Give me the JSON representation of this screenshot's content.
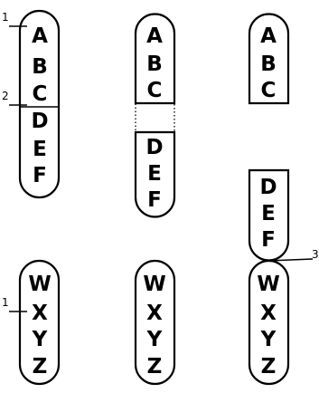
{
  "callouts": {
    "one_top": "1",
    "two": "2",
    "three": "3",
    "one_bottom": "1"
  },
  "intact_chromosome": {
    "letters": [
      "A",
      "B",
      "C",
      "D",
      "E",
      "F"
    ]
  },
  "breaking_chromosome": {
    "upper_letters": [
      "A",
      "B",
      "C"
    ],
    "lower_letters": [
      "D",
      "E",
      "F"
    ]
  },
  "fragment_abc": {
    "letters": [
      "A",
      "B",
      "C"
    ]
  },
  "fragment_def": {
    "letters": [
      "D",
      "E",
      "F"
    ]
  },
  "chromosome_wxyz_1": {
    "letters": [
      "W",
      "X",
      "Y",
      "Z"
    ]
  },
  "chromosome_wxyz_2": {
    "letters": [
      "W",
      "X",
      "Y",
      "Z"
    ]
  },
  "chromosome_wxyz_3": {
    "letters": [
      "W",
      "X",
      "Y",
      "Z"
    ]
  },
  "colors": {
    "ink": "#000000",
    "paper": "#ffffff"
  }
}
